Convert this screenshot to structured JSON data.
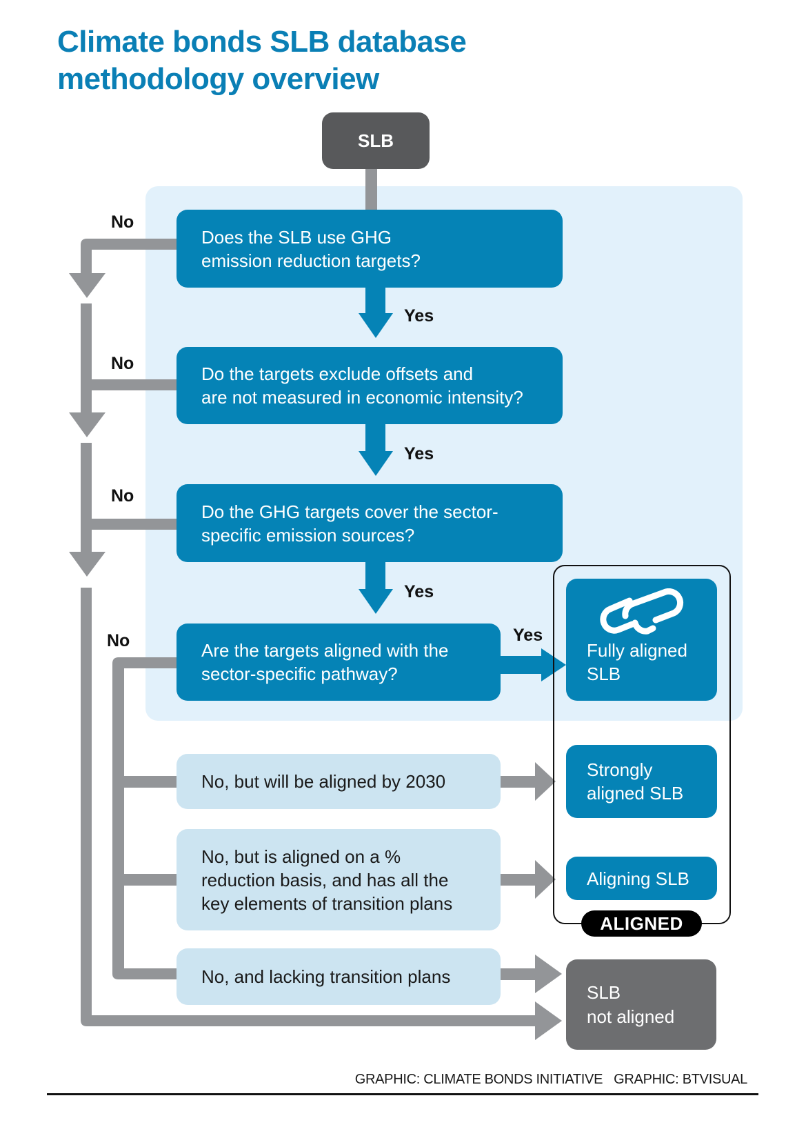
{
  "title": {
    "line1": "Climate bonds SLB database",
    "line2": "methodology overview"
  },
  "colors": {
    "title_blue": "#0a7fb5",
    "question_blue": "#0583b6",
    "option_light_blue": "#cce4f1",
    "panel_light_blue": "#e2f1fb",
    "connector_gray": "#939598",
    "start_gray": "#58595b",
    "not_aligned_gray": "#6d6e70",
    "aligned_black": "#000000"
  },
  "start_node": {
    "label": "SLB"
  },
  "questions": [
    {
      "line1": "Does the SLB use GHG",
      "line2": "emission reduction targets?",
      "yes_label": "Yes",
      "no_label": "No"
    },
    {
      "line1": "Do the targets exclude offsets and",
      "line2": "are not measured in economic intensity?",
      "yes_label": "Yes",
      "no_label": "No"
    },
    {
      "line1": "Do the GHG targets cover the sector-",
      "line2": "specific emission sources?",
      "yes_label": "Yes",
      "no_label": "No"
    },
    {
      "line1": "Are the targets aligned with the",
      "line2": "sector-specific pathway?",
      "yes_label": "Yes",
      "no_label": "No"
    }
  ],
  "options": [
    {
      "lines": [
        "No, but will be aligned by 2030"
      ]
    },
    {
      "lines": [
        "No, but is aligned on a %",
        "reduction basis, and has all the",
        "key elements of transition plans"
      ]
    },
    {
      "lines": [
        "No, and lacking transition plans"
      ]
    }
  ],
  "results": {
    "fully": {
      "icon": "chain-link-icon",
      "line1": "Fully aligned",
      "line2": "SLB"
    },
    "strongly": {
      "line1": "Strongly",
      "line2": "aligned SLB"
    },
    "aligning": {
      "line1": "Aligning SLB"
    },
    "not_aligned": {
      "line1": "SLB",
      "line2": "not aligned"
    },
    "aligned_group_label": "ALIGNED"
  },
  "footer": {
    "credit1": "GRAPHIC: CLIMATE BONDS INITIATIVE",
    "credit2": "GRAPHIC: BTVISUAL"
  }
}
